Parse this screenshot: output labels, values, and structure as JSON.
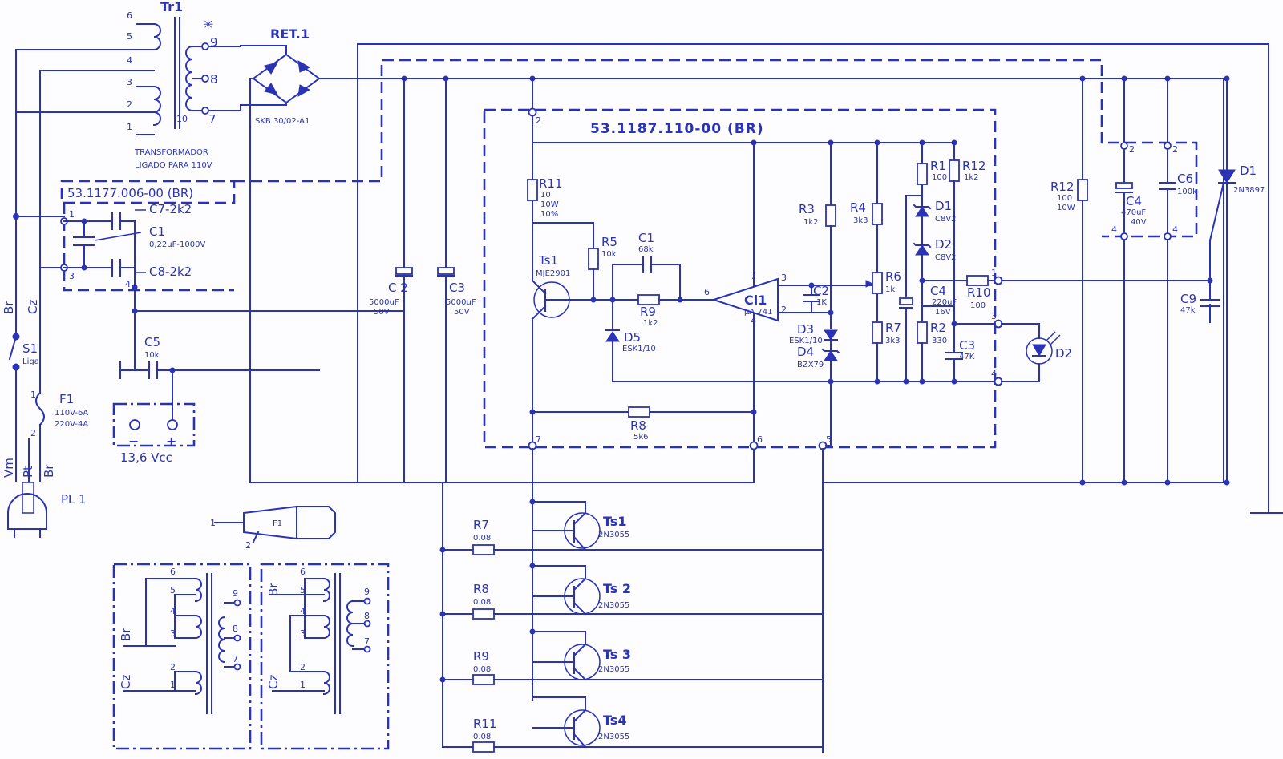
{
  "colors": {
    "ink": "#2b33b5",
    "paper": "#fdfdff"
  },
  "board_main": "53.1187.110-00 (BR)",
  "board_filter": "53.1177.006-00 (BR)",
  "transformer": {
    "name": "Tr1",
    "primary_pins": [
      "6",
      "5",
      "4",
      "3",
      "2",
      "1"
    ],
    "secondary_pins": [
      "9",
      "8",
      "7"
    ],
    "note": "10",
    "mark": "✳",
    "caption_line1": "TRANSFORMADOR",
    "caption_line2": "LIGADO PARA 110V"
  },
  "rectifier": {
    "name": "RET.1",
    "part": "SKB 30/02-A1"
  },
  "filter": {
    "c7": "C7-2k2",
    "c1": "C1",
    "c1_value": "0,22µF-1000V",
    "c8": "C8-2k2",
    "pins": [
      "1",
      "3",
      "4"
    ]
  },
  "mains": {
    "switch_name": "S1",
    "switch_label": "Liga",
    "fuse_name": "F1",
    "fuse_110": "110V-6A",
    "fuse_220": "220V-4A",
    "fuse_pins": [
      "1",
      "2"
    ],
    "wire_br": "Br",
    "wire_cz": "Cz",
    "plug_name": "PL 1",
    "plug_wires": [
      "Vm",
      "Pt",
      "Br"
    ]
  },
  "output": {
    "c5": "C5",
    "c5_value": "10k",
    "minus": "−",
    "plus": "+",
    "voltage": "13,6 Vcc"
  },
  "capacitors": {
    "c2": "C 2",
    "c2_value": "5000uF",
    "c2_volt": "50V",
    "c3": "C3",
    "c3_value": "5000uF",
    "c3_volt": "50V"
  },
  "regulator": {
    "pins": [
      "2",
      "7",
      "6",
      "5",
      "1",
      "3",
      "4"
    ],
    "r11": "R11",
    "r11_v1": "10",
    "r11_v2": "10W",
    "r11_v3": "10%",
    "ts1": "Ts1",
    "ts1_part": "MJE2901",
    "r5": "R5",
    "r5_value": "10k",
    "c1": "C1",
    "c1_value": "68k",
    "r9": "R9",
    "r9_value": "1k2",
    "d5": "D5",
    "d5_part": "ESK1/10",
    "ci1": "Ci1",
    "ci1_part": "µA 741",
    "ci1_pins": [
      "7",
      "6",
      "4",
      "3",
      "2"
    ],
    "c2": "C2",
    "c2_value": "1K",
    "r3": "R3",
    "r3_value": "1k2",
    "r4": "R4",
    "r4_value": "3k3",
    "r6": "R6",
    "r6_value": "1k",
    "r7": "R7",
    "r7_value": "3k3",
    "d3": "D3",
    "d3_part": "ESK1/10",
    "d4": "D4",
    "d4_part": "BZX79",
    "r1": "R1",
    "r1_value": "100",
    "d1": "D1",
    "d1_value": "C8V2",
    "d2": "D2",
    "d2_value": "C8V2",
    "c4": "C4",
    "c4_value": "220uF",
    "c4_volt": "16V",
    "r2": "R2",
    "r2_value": "330",
    "c3": "C3",
    "c3_value": "47K",
    "r12": "R12",
    "r12_value": "1k2",
    "r10": "R10",
    "r10_value": "100",
    "r8": "R8",
    "r8_value": "5k6",
    "led": "D2"
  },
  "protection": {
    "r12": "R12",
    "r12_v1": "100",
    "r12_v2": "10W",
    "c4": "C4",
    "c4_value": "470uF",
    "c4_volt": "40V",
    "c6": "C6",
    "c6_value": "100k",
    "pins": [
      "2",
      "2",
      "4",
      "4"
    ],
    "d1": "D1",
    "d1_part": "2N3897",
    "c9": "C9",
    "c9_value": "47k"
  },
  "power_stage": [
    {
      "r": "R7",
      "rv": "0.08",
      "t": "Ts1",
      "tp": "2N3055"
    },
    {
      "r": "R8",
      "rv": "0.08",
      "t": "Ts 2",
      "tp": "2N3055"
    },
    {
      "r": "R9",
      "rv": "0.08",
      "t": "Ts 3",
      "tp": "2N3055"
    },
    {
      "r": "R11",
      "rv": "0.08",
      "t": "Ts4",
      "tp": "2N3055"
    }
  ],
  "fuse_holder": {
    "name": "F1",
    "pins": [
      "1",
      "2"
    ]
  },
  "insets": {
    "left": {
      "wire_top": "Br",
      "wire_bottom": "Cz",
      "primary": [
        "6",
        "5",
        "4",
        "3",
        "2",
        "1"
      ],
      "secondary": [
        "9",
        "8",
        "7"
      ]
    },
    "right": {
      "wire_top": "Br",
      "wire_bottom": "Cz",
      "primary": [
        "6",
        "5",
        "4",
        "3",
        "2",
        "1"
      ],
      "secondary": [
        "9",
        "8",
        "7"
      ]
    }
  }
}
